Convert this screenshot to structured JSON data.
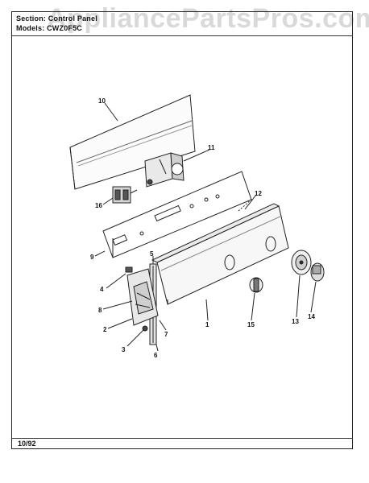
{
  "header": {
    "section": "Section: Control Panel",
    "model": "Models: CWZ0F5C"
  },
  "watermark": "AppliancePartsPros.com",
  "footer": {
    "date": "10/92"
  },
  "callouts": [
    "1",
    "2",
    "3",
    "4",
    "5",
    "6",
    "7",
    "8",
    "9",
    "10",
    "11",
    "12",
    "13",
    "14",
    "15",
    "16"
  ]
}
